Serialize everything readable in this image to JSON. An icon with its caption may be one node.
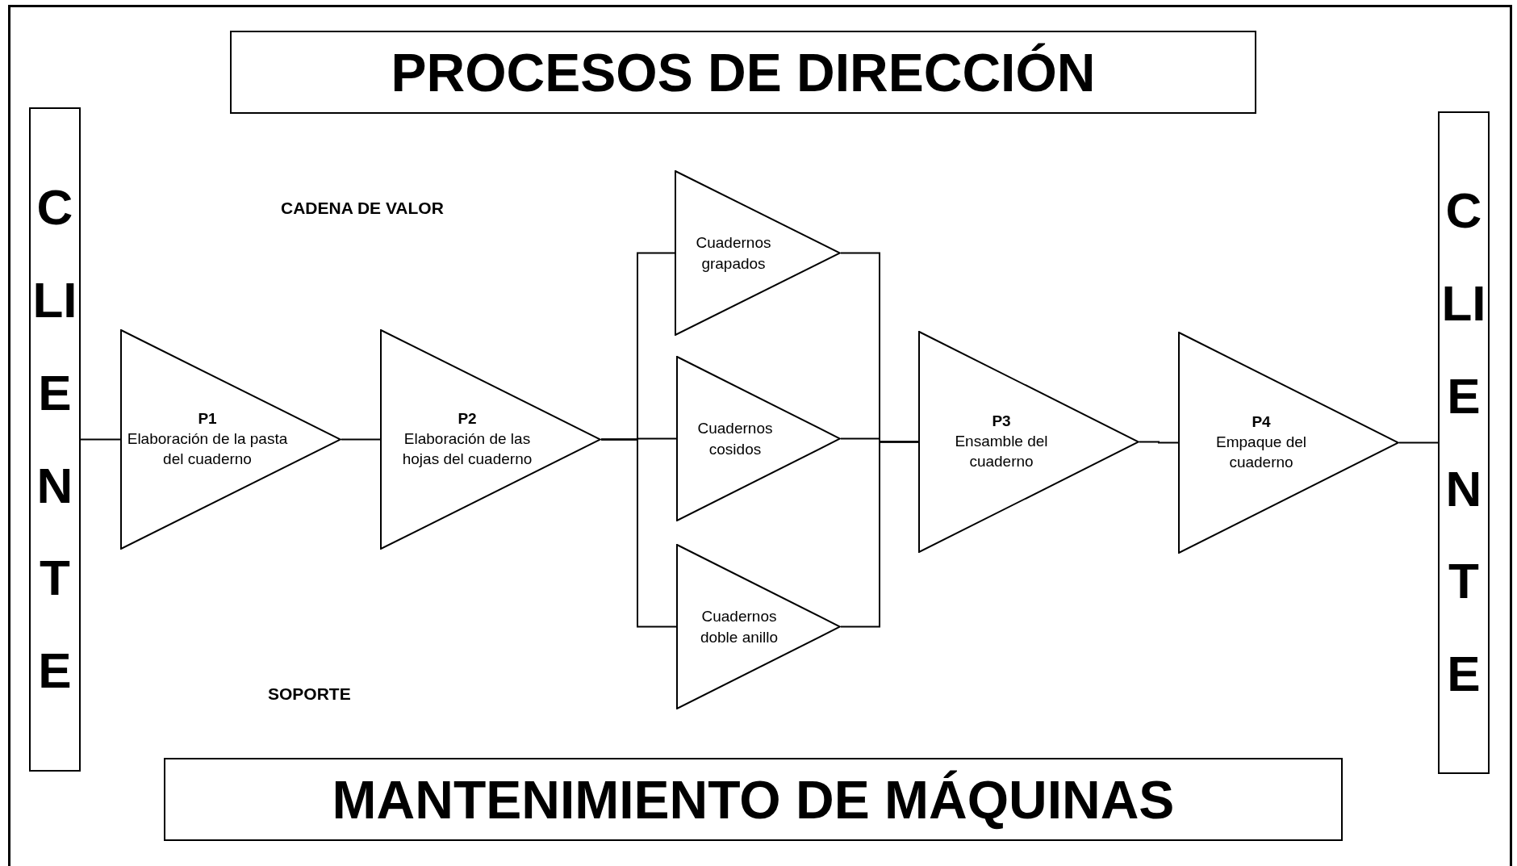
{
  "diagram": {
    "nodes": [
      {
        "text": [
          "PROCESOS DE DIRECCIÓN"
        ]
      },
      {
        "text": [
          "CLIENTE"
        ]
      },
      {
        "text": [
          "P1",
          "Elaboración de la pasta del cuaderno"
        ]
      },
      {
        "text": [
          "P2",
          "Elaboración de las hojas del cuaderno"
        ]
      },
      {
        "text": [
          "Cuadernos grapados"
        ]
      },
      {
        "text": [
          "Cuadernos cosidos"
        ]
      },
      {
        "text": [
          "Cuadernos doble anillo"
        ]
      },
      {
        "text": [
          "P3",
          "Ensamble del cuaderno"
        ]
      },
      {
        "text": [
          "P4",
          "Empaque del cuaderno"
        ]
      },
      {
        "text": [
          "CLIENTE"
        ]
      },
      {
        "text": [
          "MANTENIMIENTO DE MÁQUINAS"
        ]
      }
    ],
    "edges": [
      {
        "from": 1,
        "to": 2,
        "arrow": "none"
      },
      {
        "from": 2,
        "to": 3,
        "arrow": "none"
      },
      {
        "from": 3,
        "to": 4,
        "arrow": "none"
      },
      {
        "from": 3,
        "to": 5,
        "arrow": "none"
      },
      {
        "from": 3,
        "to": 6,
        "arrow": "none"
      },
      {
        "from": 4,
        "to": 7,
        "arrow": "none"
      },
      {
        "from": 5,
        "to": 7,
        "arrow": "none"
      },
      {
        "from": 6,
        "to": 7,
        "arrow": "none"
      },
      {
        "from": 7,
        "to": 8,
        "arrow": "none"
      },
      {
        "from": 8,
        "to": 9,
        "arrow": "none"
      }
    ],
    "labels": [
      "CADENA DE VALOR",
      "SOPORTE"
    ]
  }
}
